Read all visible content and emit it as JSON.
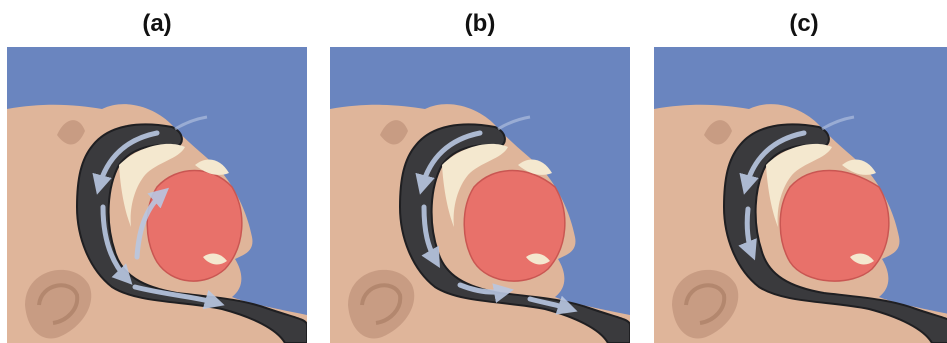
{
  "panels": [
    {
      "label": "(a)",
      "airway": "open"
    },
    {
      "label": "(b)",
      "airway": "narrowed"
    },
    {
      "label": "(c)",
      "airway": "blocked"
    }
  ],
  "colors": {
    "sky": "#6a85bf",
    "skin": "#dfb59a",
    "skin_shadow": "#c89c83",
    "airway": "#3a3a3d",
    "airway_edge": "#1f1f22",
    "tongue": "#e8716a",
    "tongue_dark": "#c95652",
    "palate": "#f4e8cf",
    "airflow": "#b9c7e2"
  }
}
